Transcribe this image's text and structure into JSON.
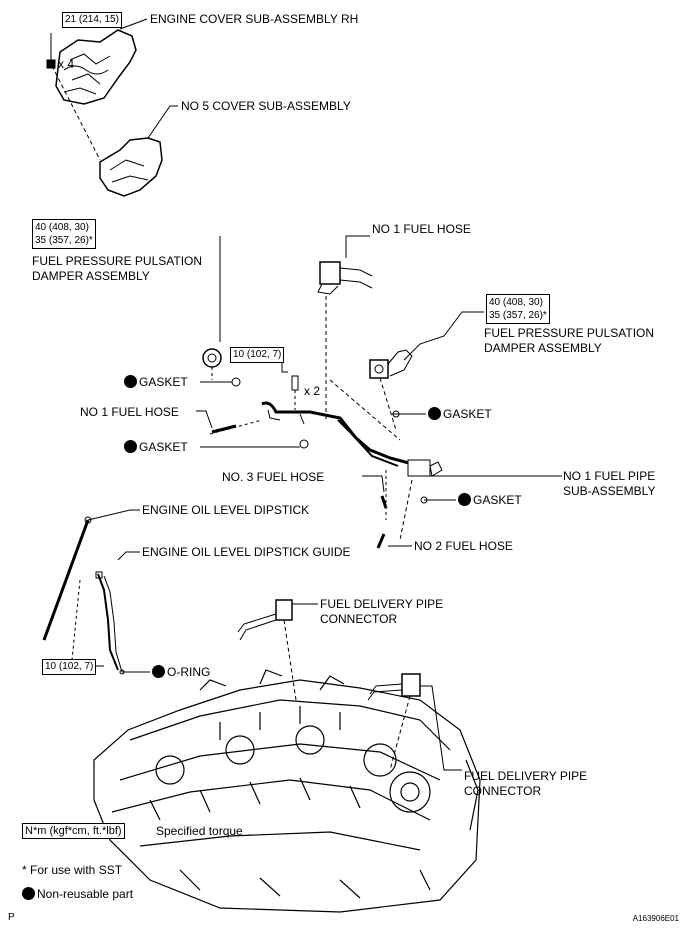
{
  "labels": {
    "engine_cover": "ENGINE COVER SUB-ASSEMBLY RH",
    "no5_cover": "NO  5 COVER SUB-ASSEMBLY",
    "no1_fuel_hose_top": "NO  1 FUEL HOSE",
    "damper_left_1": "FUEL PRESSURE PULSATION",
    "damper_left_2": "DAMPER ASSEMBLY",
    "damper_right_1": "FUEL PRESSURE PULSATION",
    "damper_right_2": "DAMPER ASSEMBLY",
    "gasket_1": "GASKET",
    "gasket_2": "GASKET",
    "gasket_3": "GASKET",
    "gasket_4": "GASKET",
    "no1_fuel_hose_mid": "NO  1 FUEL HOSE",
    "no3_fuel_hose": "NO. 3 FUEL HOSE",
    "no1_fuel_pipe_1": "NO  1 FUEL PIPE",
    "no1_fuel_pipe_2": "SUB-ASSEMBLY",
    "dipstick": "ENGINE OIL LEVEL DIPSTICK",
    "dipstick_guide": "ENGINE OIL LEVEL DIPSTICK GUIDE",
    "no2_fuel_hose": "NO  2 FUEL HOSE",
    "fdp_connector_1a": "FUEL DELIVERY PIPE",
    "fdp_connector_1b": "CONNECTOR",
    "fdp_connector_2a": "FUEL DELIVERY PIPE",
    "fdp_connector_2b": "CONNECTOR",
    "oring": "O-RING"
  },
  "torques": {
    "cover": "21 (214, 15)",
    "cover_qty": "x 4",
    "damper_left_a": "40 (408, 30)",
    "damper_left_b": "35 (357, 26)*",
    "damper_right_a": "40 (408, 30)",
    "damper_right_b": "35 (357, 26)*",
    "pipe_bolt": "10 (102, 7)",
    "pipe_bolt_qty": "x 2",
    "dipstick_guide": "10 (102, 7)"
  },
  "legend": {
    "torque_unit": "N*m (kgf*cm, ft.*lbf)",
    "torque_desc": "Specified torque",
    "sst_note": "* For use with SST",
    "nonreusable": "Non-reusable part"
  },
  "footer": {
    "left": "P",
    "right": "A163906E01"
  }
}
